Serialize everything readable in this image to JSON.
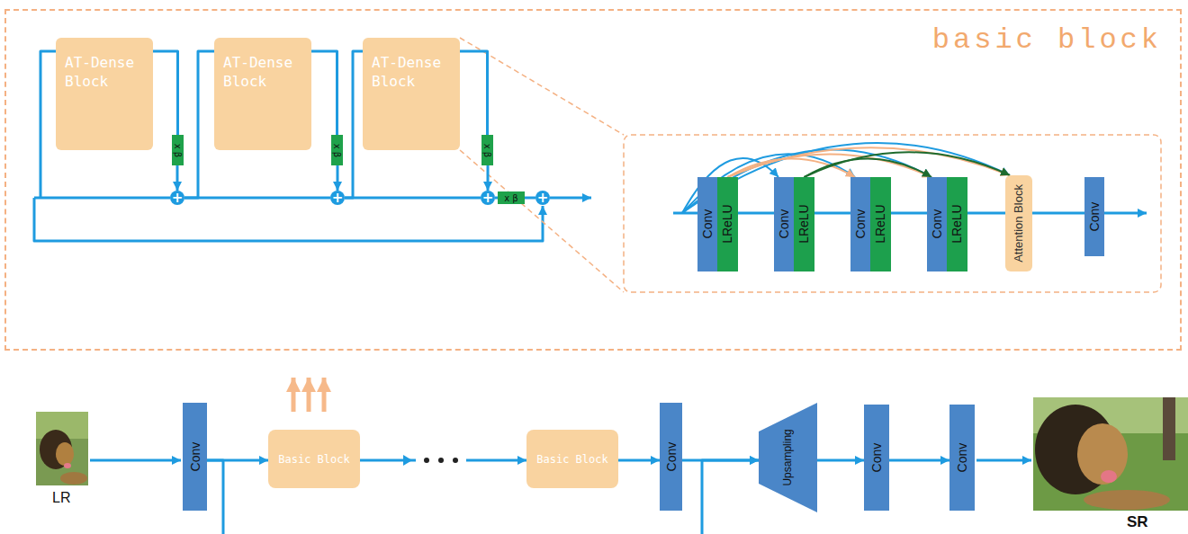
{
  "diagram": {
    "nodes": [
      {
        "text": [
          "basic block"
        ]
      },
      {
        "text": [
          "AT-Dense Block"
        ],
        "in": 0
      },
      {
        "text": [
          "x β"
        ],
        "in": 0
      },
      {
        "text": [
          "+"
        ],
        "in": 0
      },
      {
        "text": [
          "AT-Dense Block"
        ],
        "in": 0
      },
      {
        "text": [
          "x β"
        ],
        "in": 0
      },
      {
        "text": [
          "+"
        ],
        "in": 0
      },
      {
        "text": [
          "AT-Dense Block"
        ],
        "in": 0
      },
      {
        "text": [
          "x β"
        ],
        "in": 0
      },
      {
        "text": [
          "+"
        ],
        "in": 0
      },
      {
        "text": [
          "x β"
        ],
        "in": 0
      },
      {
        "text": [
          "+"
        ],
        "in": 0
      },
      {
        "text": [
          "Conv"
        ],
        "in": 0
      },
      {
        "text": [
          "LReLU"
        ],
        "in": 0
      },
      {
        "text": [
          "Conv"
        ],
        "in": 0
      },
      {
        "text": [
          "LReLU"
        ],
        "in": 0
      },
      {
        "text": [
          "Conv"
        ],
        "in": 0
      },
      {
        "text": [
          "LReLU"
        ],
        "in": 0
      },
      {
        "text": [
          "Conv"
        ],
        "in": 0
      },
      {
        "text": [
          "LReLU"
        ],
        "in": 0
      },
      {
        "text": [
          "Attention Block"
        ],
        "in": 0
      },
      {
        "text": [
          "Conv"
        ],
        "in": 0
      },
      {
        "text": [
          "Conv"
        ]
      },
      {
        "text": [
          "Basic Block"
        ]
      },
      {
        "text": [
          "Basic Block"
        ]
      },
      {
        "text": [
          "Conv"
        ]
      },
      {
        "text": [
          "Upsampling"
        ]
      },
      {
        "text": [
          "Conv"
        ]
      },
      {
        "text": [
          "Conv"
        ]
      }
    ],
    "edges": [
      {
        "from": 1,
        "to": 2,
        "arrow": "none"
      },
      {
        "from": 2,
        "to": 3,
        "arrow": "to"
      },
      {
        "from": 3,
        "to": 4,
        "arrow": "none"
      },
      {
        "from": 3,
        "to": 6,
        "arrow": "none"
      },
      {
        "from": 4,
        "to": 5,
        "arrow": "none"
      },
      {
        "from": 5,
        "to": 6,
        "arrow": "to"
      },
      {
        "from": 6,
        "to": 7,
        "arrow": "none"
      },
      {
        "from": 6,
        "to": 9,
        "arrow": "none"
      },
      {
        "from": 7,
        "to": 8,
        "arrow": "none"
      },
      {
        "from": 8,
        "to": 9,
        "arrow": "to"
      },
      {
        "from": 9,
        "to": 10,
        "arrow": "none"
      },
      {
        "from": 10,
        "to": 11,
        "arrow": "none"
      },
      {
        "from": 13,
        "to": 14,
        "arrow": "none"
      },
      {
        "from": 15,
        "to": 16,
        "arrow": "none"
      },
      {
        "from": 17,
        "to": 18,
        "arrow": "none"
      },
      {
        "from": 19,
        "to": 20,
        "arrow": "none"
      },
      {
        "from": 20,
        "to": 21,
        "arrow": "none"
      },
      {
        "from": 13,
        "to": 16,
        "arrow": "to"
      },
      {
        "from": 13,
        "to": 18,
        "arrow": "to"
      },
      {
        "from": 13,
        "to": 20,
        "arrow": "to"
      },
      {
        "from": 15,
        "to": 18,
        "arrow": "to"
      },
      {
        "from": 15,
        "to": 20,
        "arrow": "to"
      },
      {
        "from": 22,
        "to": 23,
        "arrow": "to"
      },
      {
        "from": 23,
        "to": 24,
        "arrow": "to"
      },
      {
        "from": 24,
        "to": 25,
        "arrow": "to"
      },
      {
        "from": 25,
        "to": 26,
        "arrow": "to"
      },
      {
        "from": 22,
        "to": 26,
        "arrow": "to"
      },
      {
        "from": 26,
        "to": 27,
        "arrow": "to"
      },
      {
        "from": 27,
        "to": 28,
        "arrow": "to"
      }
    ],
    "labels": [
      "LR",
      "SR"
    ]
  }
}
